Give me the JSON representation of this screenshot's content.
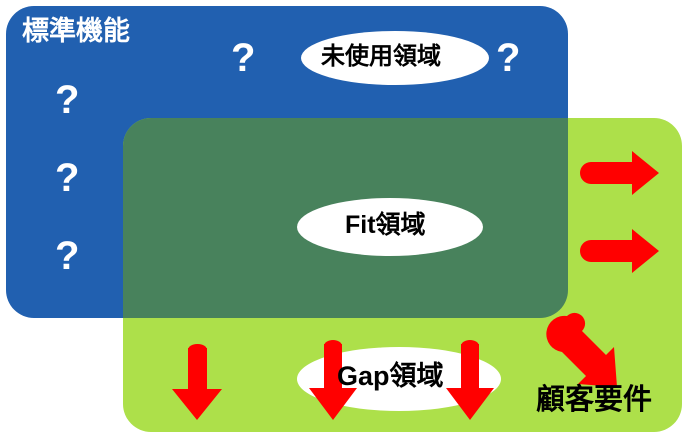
{
  "diagram": {
    "title_standard_features": "標準機能",
    "title_customer_requirements": "顧客要件",
    "label_unused_area": "未使用領域",
    "label_fit_area": "Fit領域",
    "label_gap_area": "Gap領域",
    "question_marks": [
      "?",
      "?",
      "?",
      "?",
      "?"
    ],
    "colors": {
      "standard_features_box": "#2160B0",
      "customer_requirements_box": "#ADE04A",
      "overlap_fit_box": "#48825C",
      "arrow": "#FF0000",
      "ellipse": "#FFFFFF",
      "ellipse_text": "#000000",
      "standard_title_text": "#FFFFFF",
      "customer_title_text": "#000000",
      "question_mark_text": "#FFFFFF",
      "canvas": "#FFFFFF"
    },
    "arrows": {
      "right_arrow_top": "right-arrow",
      "right_arrow_bottom": "right-arrow",
      "diagonal_arrow": "down-right-arrow",
      "down_arrow_left": "down-arrow",
      "down_arrow_gap_left": "down-arrow",
      "down_arrow_gap_right": "down-arrow"
    }
  }
}
